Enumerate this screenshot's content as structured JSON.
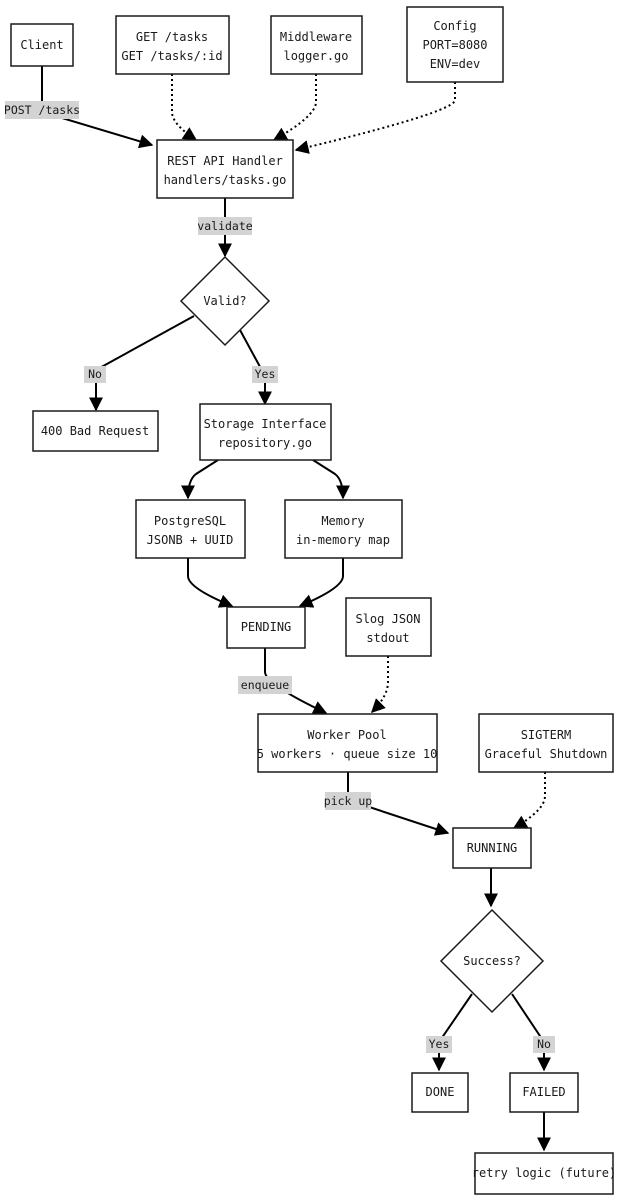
{
  "nodes": {
    "client": [
      "Client"
    ],
    "get_tasks": [
      "GET /tasks",
      "GET /tasks/:id"
    ],
    "middleware": [
      "Middleware",
      "logger.go"
    ],
    "config": [
      "Config",
      "PORT=8080",
      "ENV=dev"
    ],
    "handler": [
      "REST API Handler",
      "handlers/tasks.go"
    ],
    "valid": [
      "Valid?"
    ],
    "bad_request": [
      "400 Bad Request"
    ],
    "storage": [
      "Storage Interface",
      "repository.go"
    ],
    "postgres": [
      "PostgreSQL",
      "JSONB + UUID"
    ],
    "memory": [
      "Memory",
      "in-memory map"
    ],
    "pending": [
      "PENDING"
    ],
    "slog": [
      "Slog JSON",
      "stdout"
    ],
    "worker_pool": [
      "Worker Pool",
      "5 workers · queue size 10"
    ],
    "sigterm": [
      "SIGTERM",
      "Graceful Shutdown"
    ],
    "running": [
      "RUNNING"
    ],
    "success": [
      "Success?"
    ],
    "done": [
      "DONE"
    ],
    "failed": [
      "FAILED"
    ],
    "retry": [
      "retry logic (future)"
    ]
  },
  "edge_labels": {
    "post_tasks": "POST /tasks",
    "validate": "validate",
    "no": "No",
    "yes": "Yes",
    "enqueue": "enqueue",
    "pick_up": "pick up",
    "success_yes": "Yes",
    "success_no": "No"
  },
  "colors": {
    "node_border": "#1a1a1a",
    "edge": "#000000",
    "edge_label_bg": "#d3d3d3"
  }
}
